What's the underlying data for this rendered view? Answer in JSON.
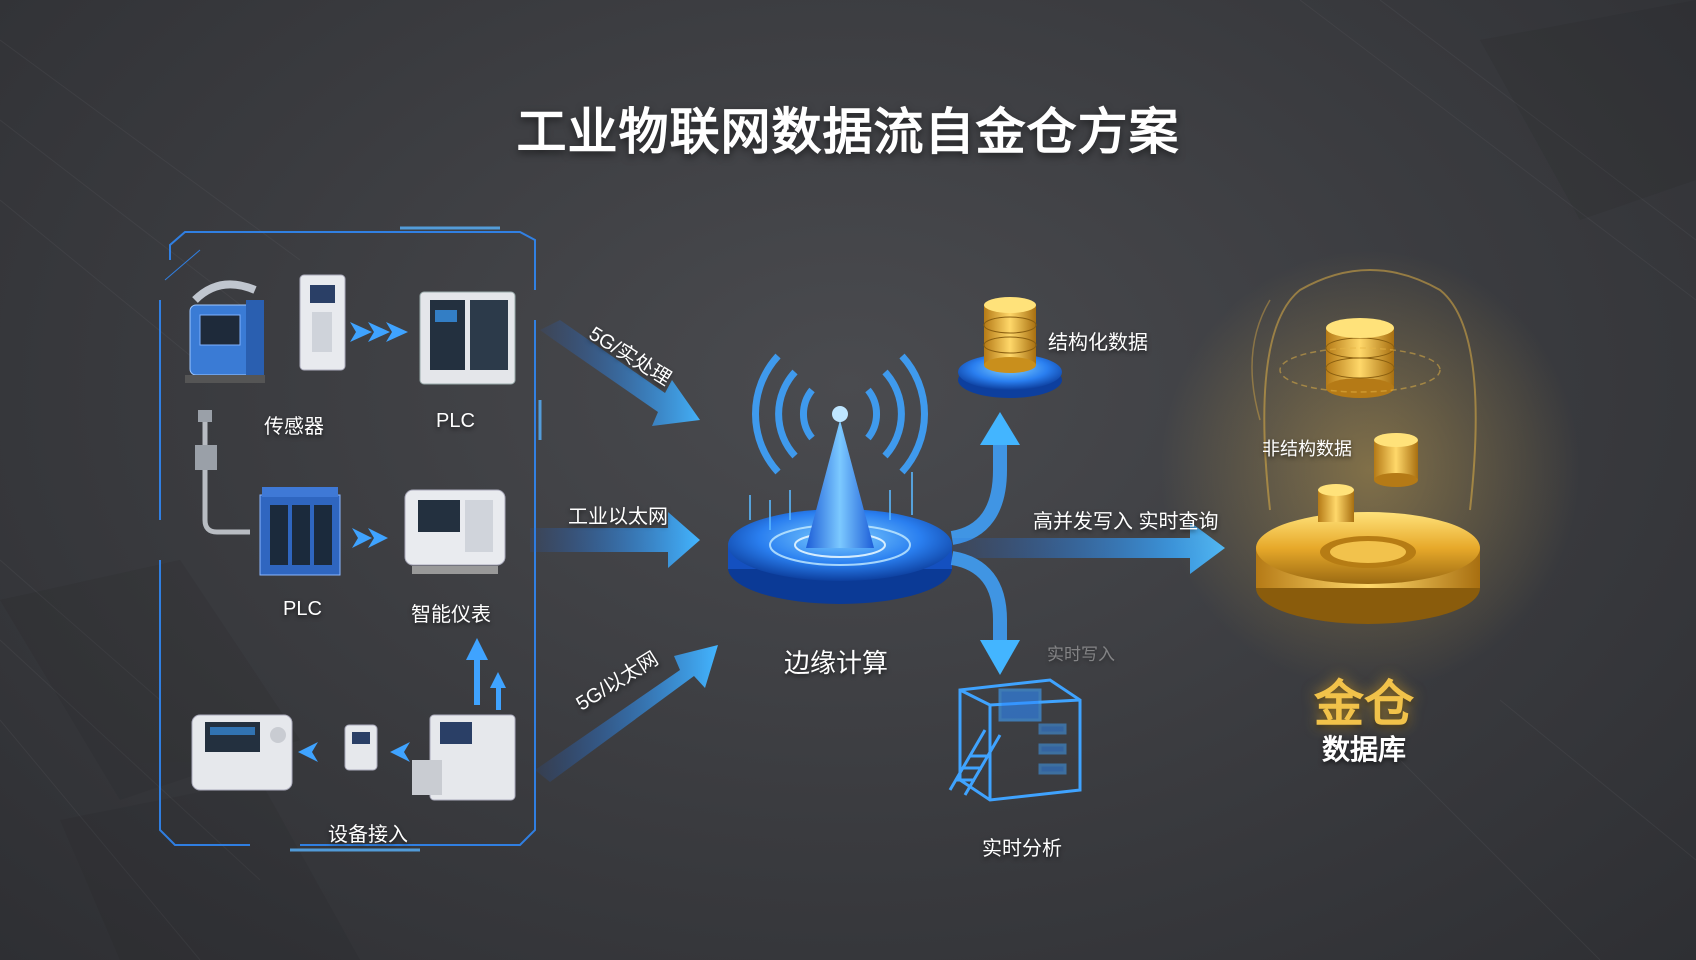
{
  "title": "工业物联网数据流自金仓方案",
  "devices": {
    "sensor_label": "传感器",
    "plc_top_label": "PLC",
    "plc_mid_label": "PLC",
    "meter_label": "智能仪表",
    "access_label": "设备接入"
  },
  "links": {
    "top_label": "5G/实处理",
    "mid_label": "工业以太网",
    "bottom_label": "5G/以太网"
  },
  "edge": {
    "label": "边缘计算"
  },
  "outputs": {
    "structured_label": "结构化数据",
    "write_label": "高并发写入 实时查询",
    "faint_label": "实时写入",
    "analysis_label": "实时分析"
  },
  "database": {
    "unstructured_label": "非结构数据",
    "brand": "金仓",
    "sub": "数据库"
  },
  "colors": {
    "accent_blue": "#2e8cff",
    "gold": "#f1c24a",
    "background": "#3a3b3f"
  }
}
